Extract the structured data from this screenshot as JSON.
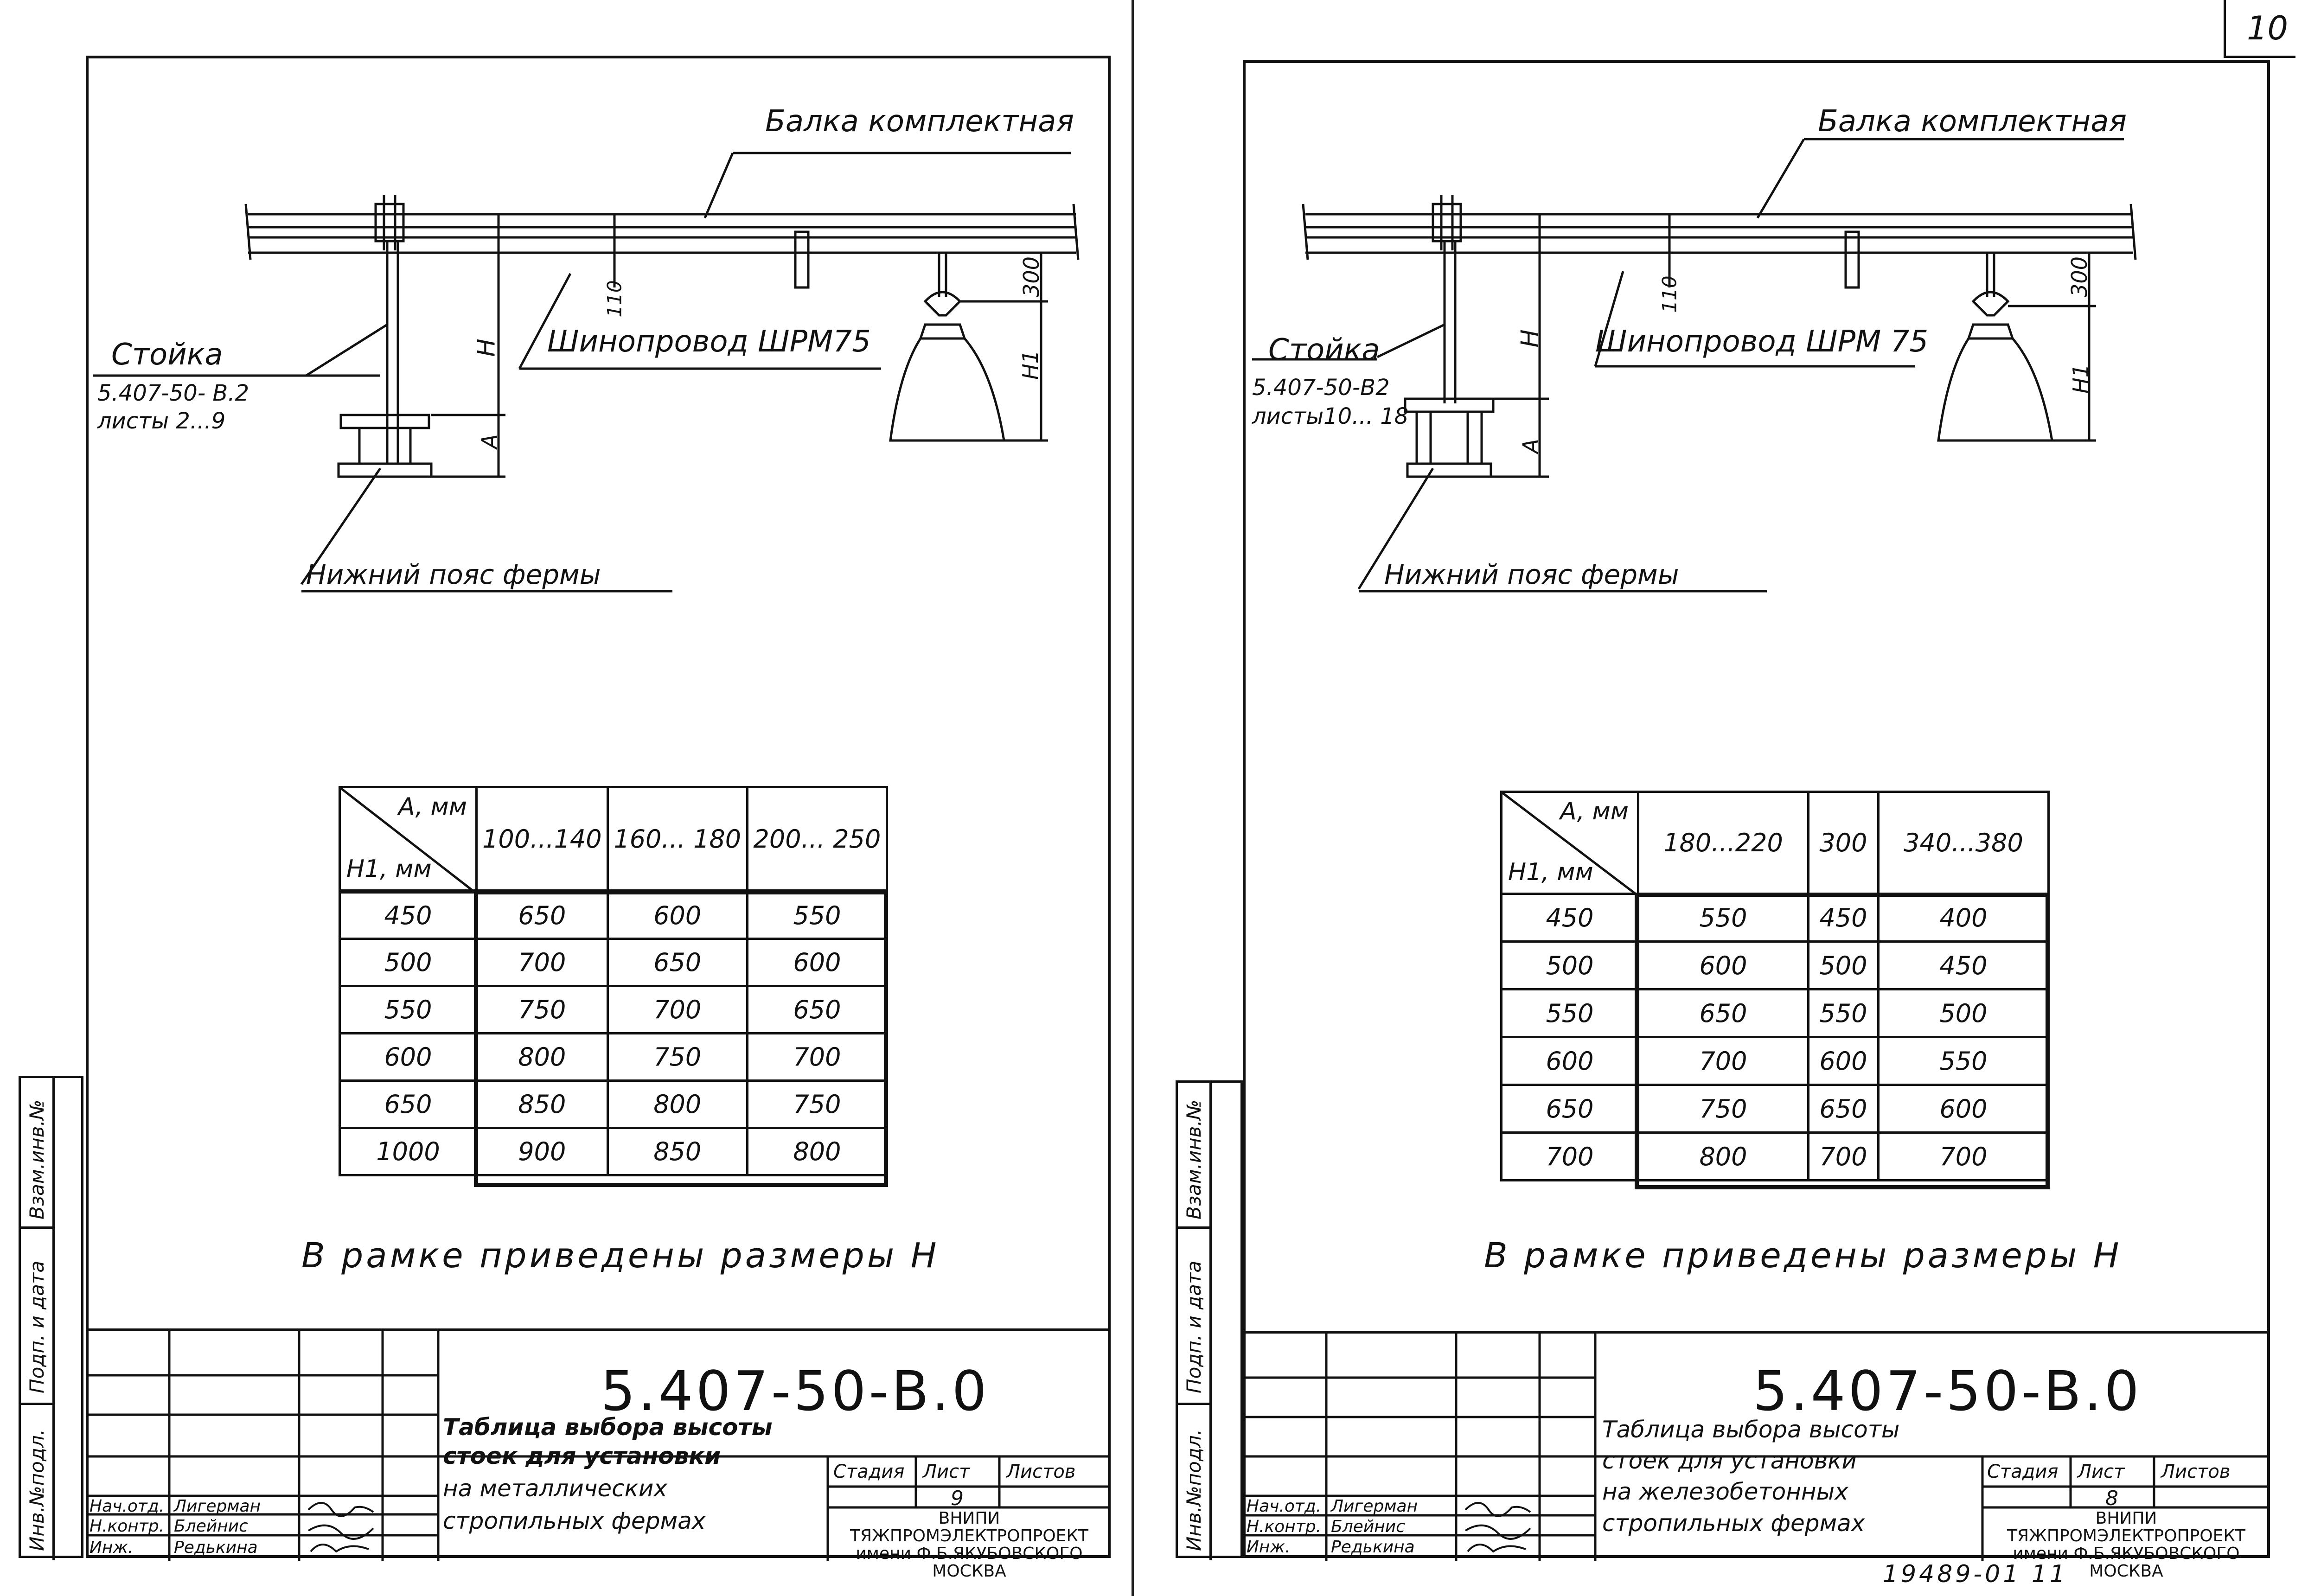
{
  "page_corner": "10",
  "bottom_stamp": "19489-01 11",
  "sheets": [
    {
      "beam_label": "Балка комплектная",
      "busbar_label": "Шинопровод ШРМ75",
      "post_label_1": "Стойка",
      "post_label_2": "5.407-50- В.2",
      "post_label_3": "листы 2...9",
      "truss_label": "Нижний пояс фермы",
      "dim_110": "110",
      "dim_300": "300",
      "dim_H": "H",
      "dim_H1": "H1",
      "dim_A": "A",
      "table_header_a": "A, мм",
      "table_header_h": "H1, мм",
      "columns": [
        "100...140",
        "160... 180",
        "200... 250"
      ],
      "rows": [
        {
          "h1": "450",
          "v": [
            "650",
            "600",
            "550"
          ]
        },
        {
          "h1": "500",
          "v": [
            "700",
            "650",
            "600"
          ]
        },
        {
          "h1": "550",
          "v": [
            "750",
            "700",
            "650"
          ]
        },
        {
          "h1": "600",
          "v": [
            "800",
            "750",
            "700"
          ]
        },
        {
          "h1": "650",
          "v": [
            "850",
            "800",
            "750"
          ]
        },
        {
          "h1": "1000",
          "v": [
            "900",
            "850",
            "800"
          ]
        }
      ],
      "note": "В рамке приведены размеры Н",
      "doc_number": "5.407-50-В.0",
      "title_1": "Таблица выбора высоты",
      "title_2": "стоек для установки",
      "title_3": "на металлических",
      "title_4": "стропильных фермах",
      "stage_label": "Стадия",
      "sheet_label": "Лист",
      "sheets_label": "Листов",
      "sheet_no": "9",
      "org_1": "ВНИПИ",
      "org_2": "ТЯЖПРОМЭЛЕКТРОПРОЕКТ",
      "org_3": "имени Ф.Б.ЯКУБОВСКОГО",
      "org_4": "МОСКВА",
      "role_1": "Нач.отд.",
      "name_1": "Лигерман",
      "role_2": "Н.контр.",
      "name_2": "Блейнис",
      "role_3": "Инж.",
      "name_3": "Редькина",
      "side_1": "Взам.инв.№",
      "side_2": "Подп. и дата",
      "side_3": "Инв.№подл."
    },
    {
      "beam_label": "Балка комплектная",
      "busbar_label": "Шинопровод ШРМ 75",
      "post_label_1": "Стойка",
      "post_label_2": "5.407-50-В2",
      "post_label_3": "листы10... 18",
      "truss_label": "Нижний пояс фермы",
      "dim_110": "110",
      "dim_300": "300",
      "dim_H": "H",
      "dim_H1": "H1",
      "dim_A": "A",
      "table_header_a": "A, мм",
      "table_header_h": "H1, мм",
      "columns": [
        "180...220",
        "300",
        "340...380"
      ],
      "rows": [
        {
          "h1": "450",
          "v": [
            "550",
            "450",
            "400"
          ]
        },
        {
          "h1": "500",
          "v": [
            "600",
            "500",
            "450"
          ]
        },
        {
          "h1": "550",
          "v": [
            "650",
            "550",
            "500"
          ]
        },
        {
          "h1": "600",
          "v": [
            "700",
            "600",
            "550"
          ]
        },
        {
          "h1": "650",
          "v": [
            "750",
            "650",
            "600"
          ]
        },
        {
          "h1": "700",
          "v": [
            "800",
            "700",
            "700"
          ]
        }
      ],
      "note": "В рамке приведены размеры Н",
      "doc_number": "5.407-50-В.0",
      "title_1": "Таблица выбора высоты",
      "title_2": "стоек для установки",
      "title_3": "на железобетонных",
      "title_4": "стропильных фермах",
      "stage_label": "Стадия",
      "sheet_label": "Лист",
      "sheets_label": "Листов",
      "sheet_no": "8",
      "org_1": "ВНИПИ",
      "org_2": "ТЯЖПРОМЭЛЕКТРОПРОЕКТ",
      "org_3": "имени Ф.Б.ЯКУБОВСКОГО",
      "org_4": "МОСКВА",
      "role_1": "Нач.отд.",
      "name_1": "Лигерман",
      "role_2": "Н.контр.",
      "name_2": "Блейнис",
      "role_3": "Инж.",
      "name_3": "Редькина",
      "side_1": "Взам.инв.№",
      "side_2": "Подп. и дата",
      "side_3": "Инв.№подл."
    }
  ]
}
